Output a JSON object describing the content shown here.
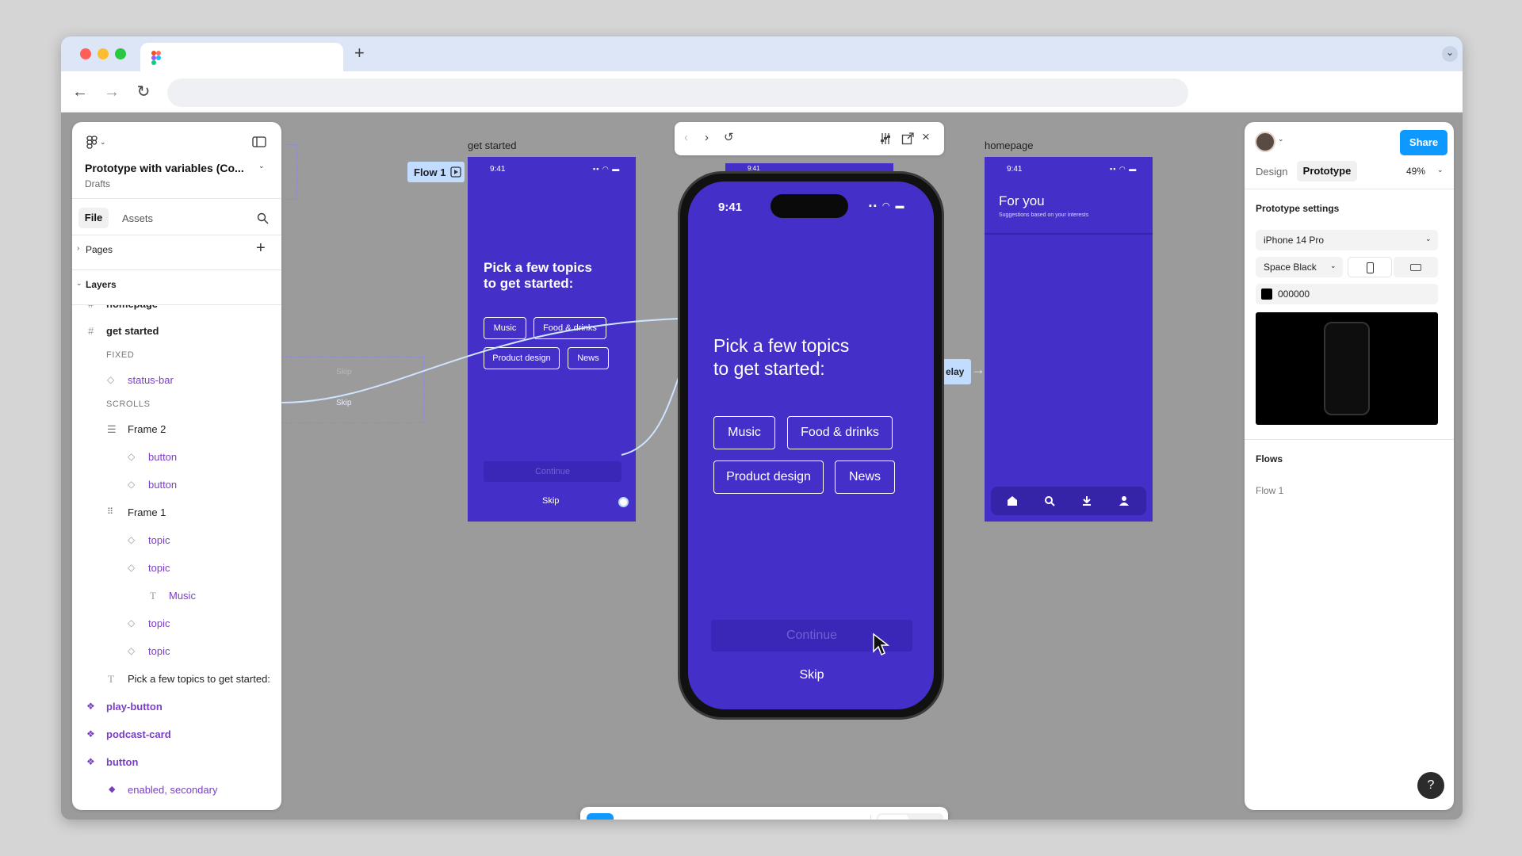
{
  "browser": {
    "new_tab_label": "+",
    "back": "←",
    "forward": "→",
    "reload": "↻",
    "tabs_menu": "⌄"
  },
  "left_panel": {
    "file_name": "Prototype with variables (Co...",
    "location": "Drafts",
    "tabs": [
      "File",
      "Assets"
    ],
    "pages_label": "Pages",
    "layers_label": "Layers",
    "layers": [
      {
        "label": "homepage",
        "kind": "frame"
      },
      {
        "label": "get started",
        "kind": "frame"
      },
      {
        "label": "FIXED",
        "kind": "section"
      },
      {
        "label": "status-bar",
        "kind": "instance"
      },
      {
        "label": "SCROLLS",
        "kind": "section"
      },
      {
        "label": "Frame 2",
        "kind": "autolayout"
      },
      {
        "label": "button",
        "kind": "instance"
      },
      {
        "label": "button",
        "kind": "instance"
      },
      {
        "label": "Frame 1",
        "kind": "grid"
      },
      {
        "label": "topic",
        "kind": "instance"
      },
      {
        "label": "topic",
        "kind": "instance"
      },
      {
        "label": "Music",
        "kind": "text"
      },
      {
        "label": "topic",
        "kind": "instance"
      },
      {
        "label": "topic",
        "kind": "instance"
      },
      {
        "label": "Pick a few topics to get started:",
        "kind": "text"
      },
      {
        "label": "play-button",
        "kind": "component"
      },
      {
        "label": "podcast-card",
        "kind": "component"
      },
      {
        "label": "button",
        "kind": "component"
      },
      {
        "label": "enabled, secondary",
        "kind": "variant"
      }
    ]
  },
  "canvas": {
    "flow_badge": "Flow 1",
    "frame_labels": {
      "get_started": "get started",
      "homepage": "homepage"
    },
    "ghost_skip_top": "Skip",
    "ghost_skip_bottom": "Skip",
    "delay_badge": "elay",
    "get_started_frame": {
      "time": "9:41",
      "heading_line1": "Pick a few topics",
      "heading_line2": "to get started:",
      "topics": [
        "Music",
        "Food & drinks",
        "Product design",
        "News"
      ],
      "continue": "Continue",
      "skip": "Skip"
    },
    "homepage_frame": {
      "time": "9:41",
      "title": "For you",
      "subtitle": "Suggestions based on your interests"
    },
    "preview": {
      "mini_status_time": "9:41",
      "time": "9:41",
      "heading_line1": "Pick a few topics",
      "heading_line2": "to get started:",
      "topics": [
        "Music",
        "Food & drinks",
        "Product design",
        "News"
      ],
      "continue": "Continue",
      "skip": "Skip"
    }
  },
  "right_panel": {
    "share_label": "Share",
    "tabs": [
      "Design",
      "Prototype"
    ],
    "active_tab": "Prototype",
    "zoom": "49%",
    "settings_title": "Prototype settings",
    "device": "iPhone 14 Pro",
    "device_color": "Space Black",
    "background_hex": "000000",
    "flows_title": "Flows",
    "flows": [
      "Flow 1"
    ],
    "help": "?"
  },
  "colors": {
    "frame_purple": "#4430c9",
    "accent_blue": "#0d99ff",
    "component_purple": "#7a3ec7",
    "tabbar": "#dde6f7"
  }
}
